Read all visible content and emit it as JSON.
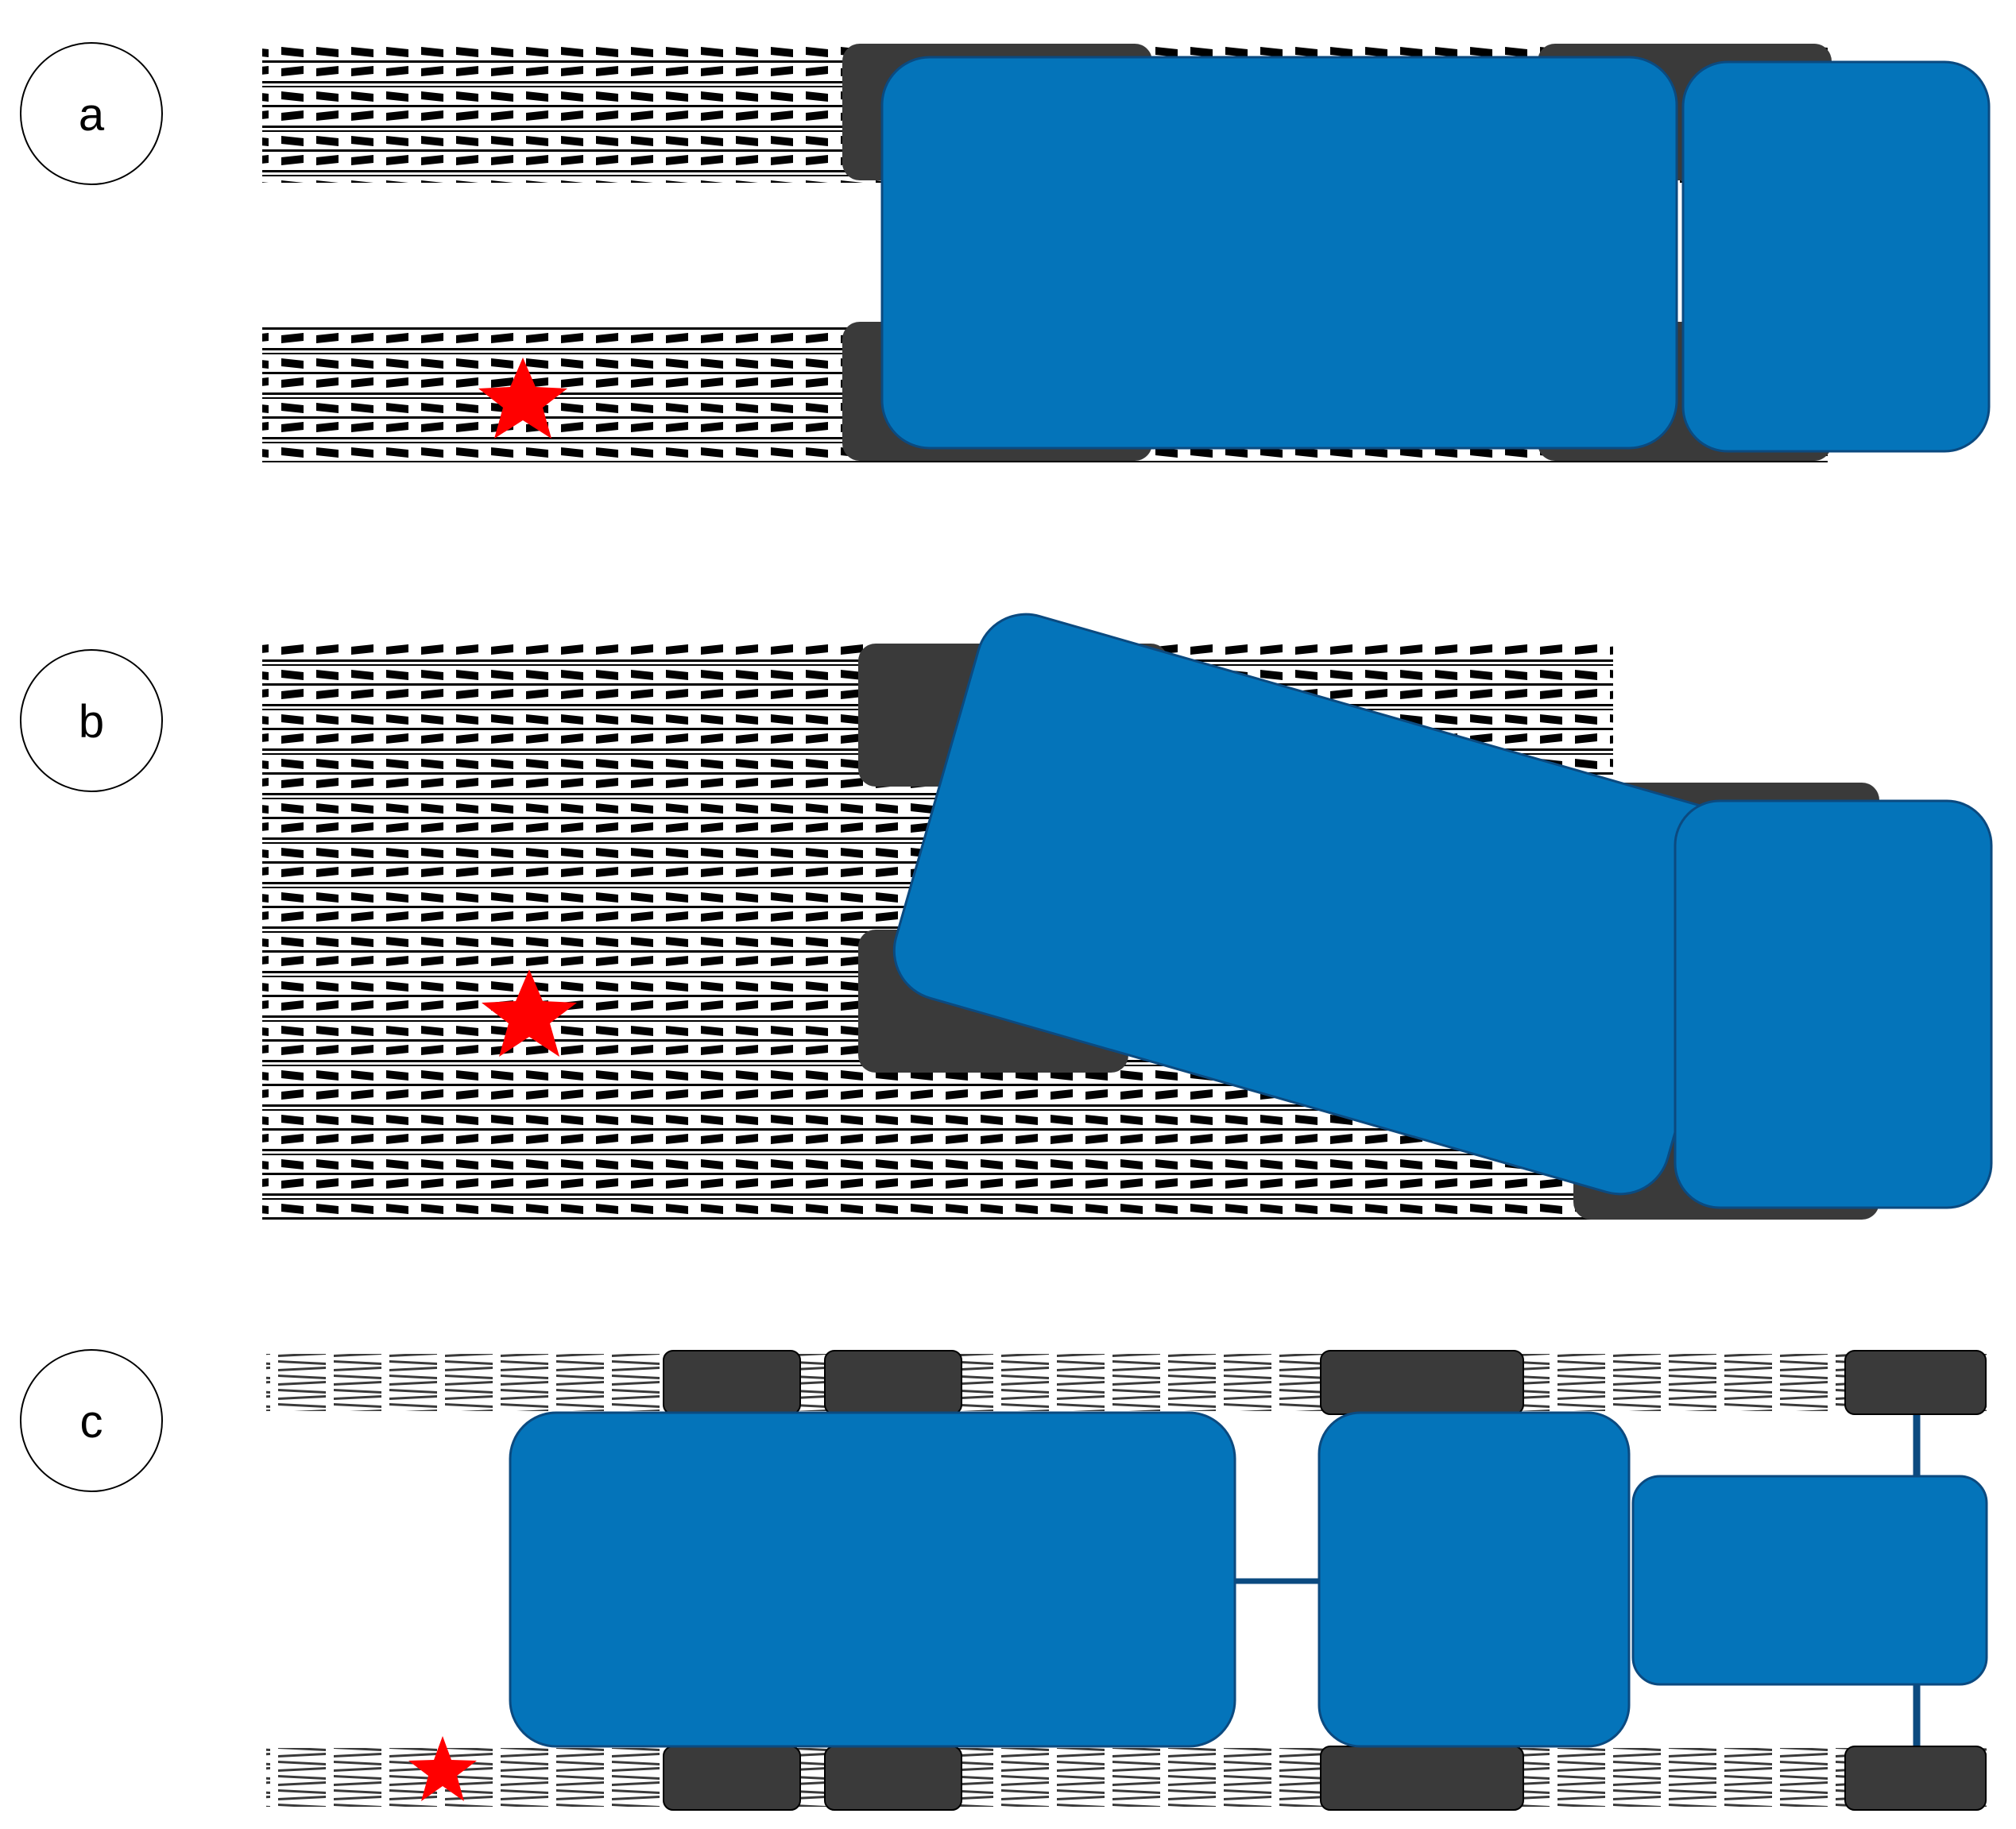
{
  "panels": [
    {
      "id": "a",
      "label": "a"
    },
    {
      "id": "b",
      "label": "b"
    },
    {
      "id": "c",
      "label": "c"
    }
  ],
  "colors": {
    "vehicle_body": "#0474BA",
    "vehicle_outline": "#0B4A80",
    "tire": "#3A3A3A",
    "tread": "#000000",
    "tread_light": "#4A4A4A",
    "marker_star": "#FF0000",
    "label_circle": "#000000"
  },
  "icons": {
    "marker": "red-star-icon"
  }
}
